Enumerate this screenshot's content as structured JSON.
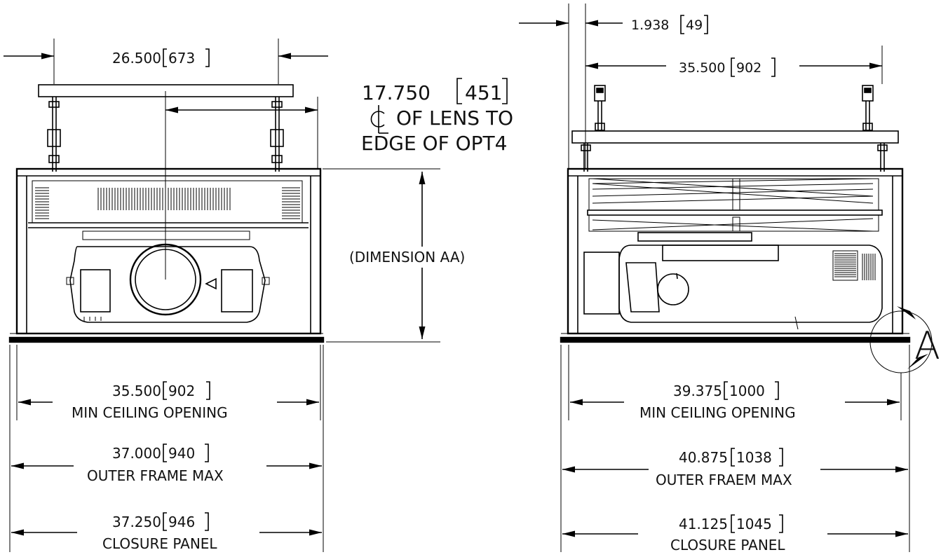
{
  "left_view": {
    "top_width": {
      "value": "26.500",
      "metric": "673"
    },
    "lens_offset": {
      "value": "17.750",
      "metric": "451",
      "line1": "OF LENS TO",
      "line2": "EDGE OF OPT4"
    },
    "height_label": "(DIMENSION AA)",
    "ceiling_opening": {
      "value": "35.500",
      "metric": "902",
      "label": "MIN CEILING OPENING"
    },
    "outer_frame": {
      "value": "37.000",
      "metric": "940",
      "label": "OUTER FRAME MAX"
    },
    "closure_panel": {
      "value": "37.250",
      "metric": "946",
      "label": "CLOSURE PANEL"
    }
  },
  "right_view": {
    "edge_offset": {
      "value": "1.938",
      "metric": "49"
    },
    "top_width": {
      "value": "35.500",
      "metric": "902"
    },
    "detail_label": "A",
    "ceiling_opening": {
      "value": "39.375",
      "metric": "1000",
      "label": "MIN CEILING OPENING"
    },
    "outer_frame": {
      "value": "40.875",
      "metric": "1038",
      "label": "OUTER FRAEM MAX"
    },
    "closure_panel": {
      "value": "41.125",
      "metric": "1045",
      "label": "CLOSURE PANEL"
    }
  }
}
